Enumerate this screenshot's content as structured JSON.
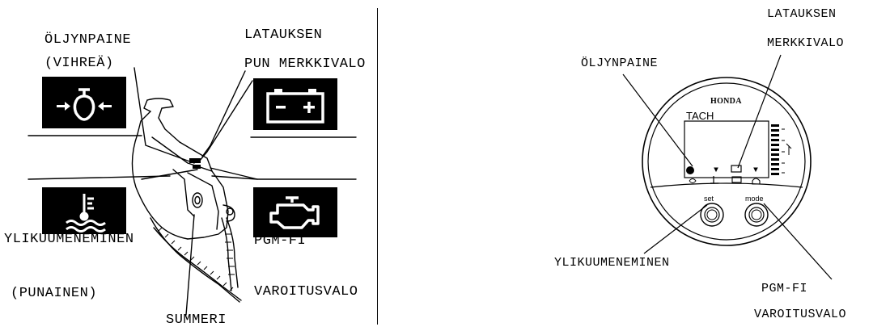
{
  "left_panel": {
    "oil_pressure_label": "ÖLJYNPAINE",
    "oil_pressure_color": "(VIHREÄ)",
    "charge_label_line1": "LATAUKSEN",
    "charge_label_line2": "PUN MERKKIVALO",
    "overheat_label": "YLIKUUMENEMINEN",
    "overheat_color": "(PUNAINEN)",
    "pgmfi_line1": "PGM-FI",
    "pgmfi_line2": "VAROITUSVALO",
    "buzzer_label": "SUMMERI"
  },
  "right_panel": {
    "charge_label_line1": "LATAUKSEN",
    "charge_label_line2": "MERKKIVALO",
    "oil_pressure_label": "ÖLJYNPAINE",
    "overheat_label": "YLIKUUMENEMINEN",
    "pgmfi_line1": "PGM-FI",
    "pgmfi_line2": "VAROITUSVALO",
    "gauge_brand": "HONDA",
    "gauge_display_label": "TACH",
    "set_button": "set",
    "mode_button": "mode"
  },
  "icons": {
    "oil": "oil-pressure-icon",
    "battery": "battery-charge-icon",
    "overheat": "coolant-temperature-icon",
    "engine": "check-engine-icon"
  }
}
